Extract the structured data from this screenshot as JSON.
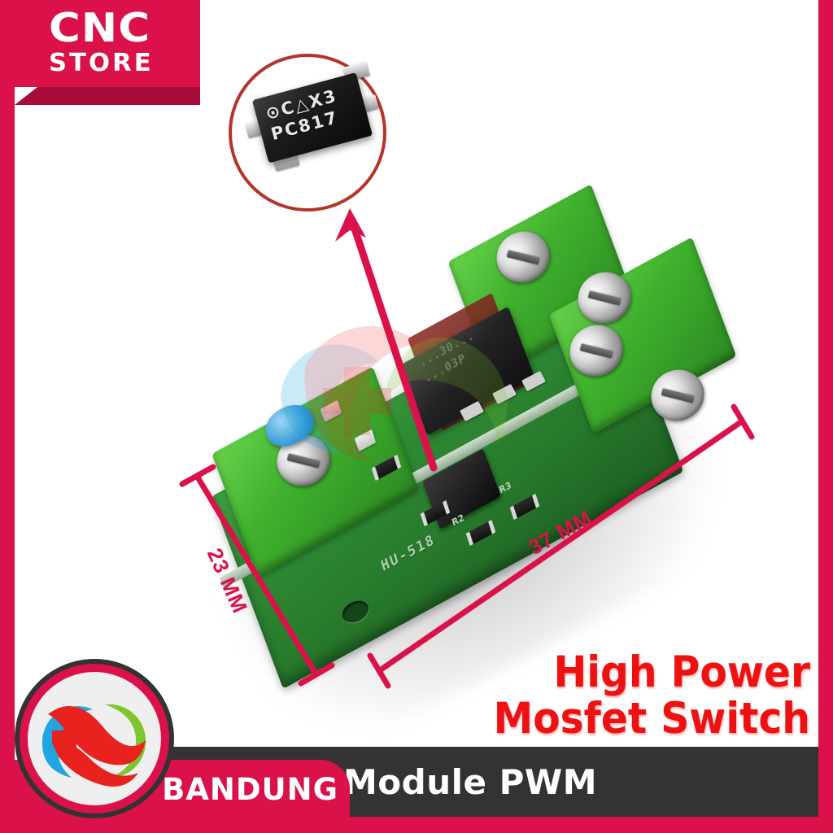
{
  "brand": {
    "ribbon_line1": "CNC",
    "ribbon_line2": "STORE",
    "pink": "#db1149",
    "dark": "#333333"
  },
  "callout": {
    "name": "pc817-optocoupler-detail",
    "chip_mark_line1": "⊙C△X3",
    "chip_mark_line2": "PC817",
    "ring_color": "#b5342a"
  },
  "product_photo": {
    "silkscreen": "HU-518",
    "mosfet_print_line1": "...30...",
    "mosfet_print_line2": "...03P",
    "smd_labels": [
      "R2",
      "R3"
    ]
  },
  "dimensions": {
    "width_label": "23 MM",
    "length_label": "37 MM",
    "color": "#db1149"
  },
  "headline": {
    "line1": "High Power",
    "line2": "Mosfet Switch",
    "color": "#ee1111"
  },
  "caption": {
    "text": "Module PWM",
    "bar_color": "#333333"
  },
  "location_tag": {
    "text": "BANDUNG",
    "color": "#db1149"
  },
  "emblem": {
    "name": "cnc-store-bandung-emblem",
    "colors": {
      "blue": "#1fa5e0",
      "green": "#7fc62e",
      "red": "#e8231f",
      "cross": "#e8231f",
      "face": "#efefef"
    }
  }
}
